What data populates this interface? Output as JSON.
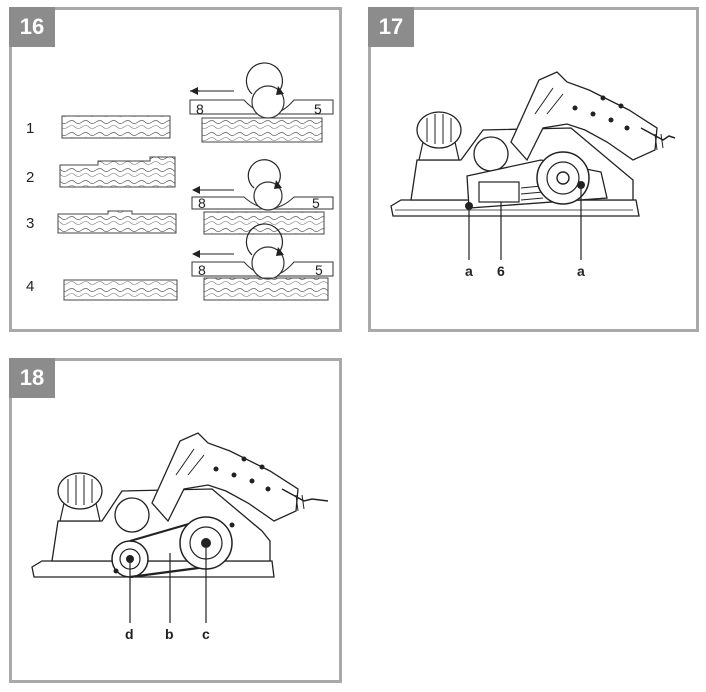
{
  "panels": [
    {
      "number": "16",
      "steps": [
        "1",
        "2",
        "3",
        "4"
      ],
      "scale": {
        "left": "8",
        "right": "5"
      }
    },
    {
      "number": "17",
      "labels": [
        "a",
        "6",
        "a"
      ]
    },
    {
      "number": "18",
      "labels": [
        "d",
        "b",
        "c"
      ]
    }
  ],
  "colors": {
    "frame": "#a9a9a9",
    "badge": "#8c8c8c",
    "line": "#222222"
  }
}
